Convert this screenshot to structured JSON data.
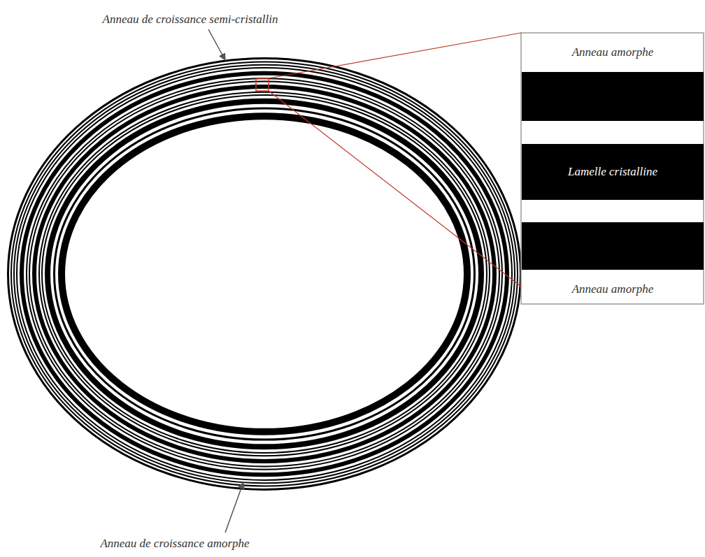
{
  "diagram": {
    "nodes": [
      {
        "text": [
          "Lamelle cristalline"
        ]
      }
    ],
    "labels": [
      "Anneau de croissance semi-cristallin",
      "Anneau amorphe",
      "Anneau amorphe",
      "Anneau de croissance amorphe"
    ]
  }
}
